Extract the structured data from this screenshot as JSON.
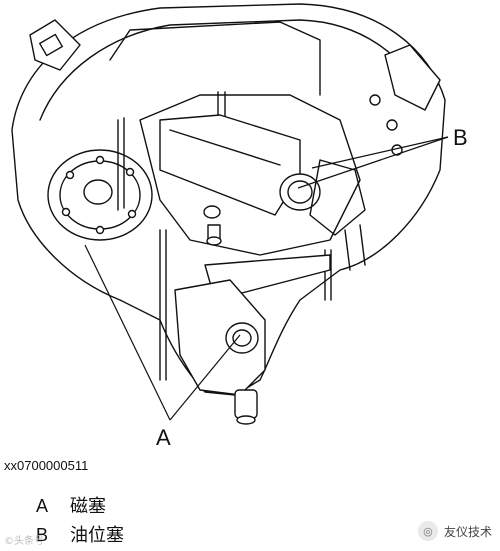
{
  "callouts": {
    "a": "A",
    "b": "B"
  },
  "reference_id": "xx0700000511",
  "legend": [
    {
      "letter": "A",
      "text": "磁塞"
    },
    {
      "letter": "B",
      "text": "油位塞"
    }
  ],
  "watermark_left": "©头条号",
  "watermark_right": "友仪技术",
  "watermark_icon": "wechat-icon"
}
